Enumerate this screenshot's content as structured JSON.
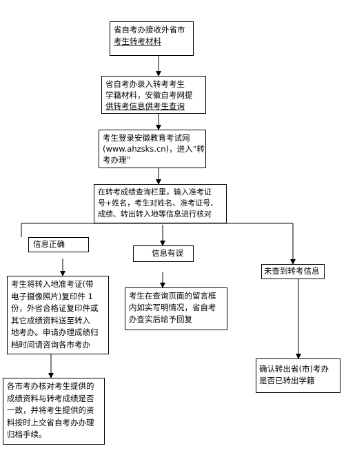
{
  "nodes": {
    "receive": [
      "省自考办接收外省市",
      "考生转考材料"
    ],
    "enter": [
      "省自考办录入转考考生",
      "学籍材料，安徽自考网提",
      "供转考信息供考生查询"
    ],
    "login": [
      "考生登录安徽教育考试网",
      "(www.ahzsks.cn)，进入“转",
      "考办理”"
    ],
    "query": [
      "在转考成绩查询栏里，输入准考证",
      "号+姓名，考生对姓名、准考证号、",
      "成绩、转出转入地等信息进行核对"
    ],
    "correct": "信息正确",
    "error": "信息有误",
    "notfound": "未查到转考信息",
    "submit": [
      "考生将转入地准考证(带",
      "电子摄像照片)复印件 1",
      "份，外省合格证复印件或",
      "其它成绩资料送至转入",
      "地考办。申请办理成绩归",
      "档时间请咨询各市考办"
    ],
    "feedback": [
      "考生在查询页面的留言框",
      "内如实写明情况，省自考",
      "办查实后给予回复"
    ],
    "confirm": [
      "确认转出省(市)考办",
      "是否已转出学籍"
    ],
    "verify": [
      "各市考办核对考生提供的",
      "成绩资料与转考成绩是否",
      "一致，并将考生提供的资",
      "料按时上交省自考办办理",
      "归档手续。"
    ]
  }
}
